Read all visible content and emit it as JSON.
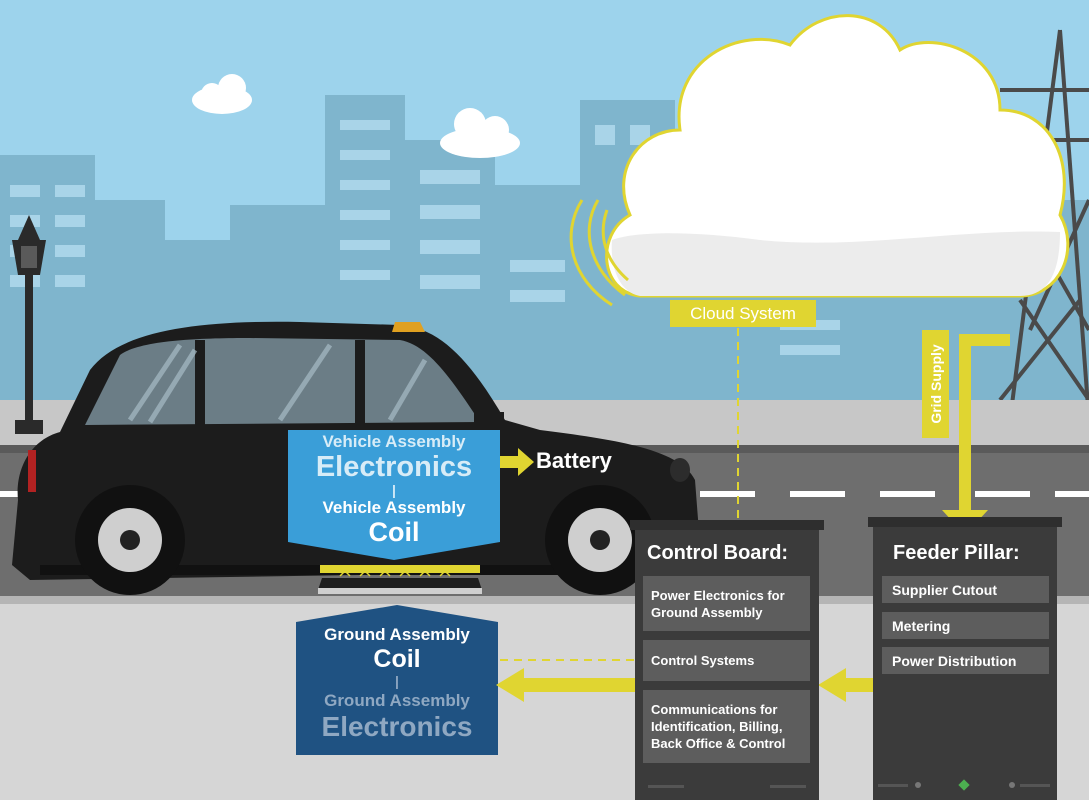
{
  "labels": {
    "cloud_system": "Cloud System",
    "grid_supply": "Grid Supply",
    "battery": "Battery"
  },
  "vehicle_assembly": {
    "line1": "Vehicle Assembly",
    "line2": "Electronics",
    "separator": "|",
    "line3": "Vehicle Assembly",
    "line4": "Coil"
  },
  "ground_assembly": {
    "line1": "Ground Assembly",
    "line2": "Coil",
    "separator": "|",
    "line3": "Ground Assembly",
    "line4": "Electronics"
  },
  "control_board": {
    "title": "Control Board:",
    "items": [
      "Power Electronics for Ground Assembly",
      "Control Systems",
      "Communications for Identification, Billing, Back Office & Control"
    ]
  },
  "feeder_pillar": {
    "title": "Feeder Pillar:",
    "items": [
      "Supplier Cutout",
      "Metering",
      "Power Distribution"
    ]
  },
  "colors": {
    "sky": "#9dd3ec",
    "accent_yellow": "#e0d531",
    "vehicle_box": "#3a9ed8",
    "ground_box": "#1f5282",
    "cabinet": "#3b3b3b",
    "cabinet_item": "#5d5d5d",
    "car_body": "#1c1c1c"
  }
}
